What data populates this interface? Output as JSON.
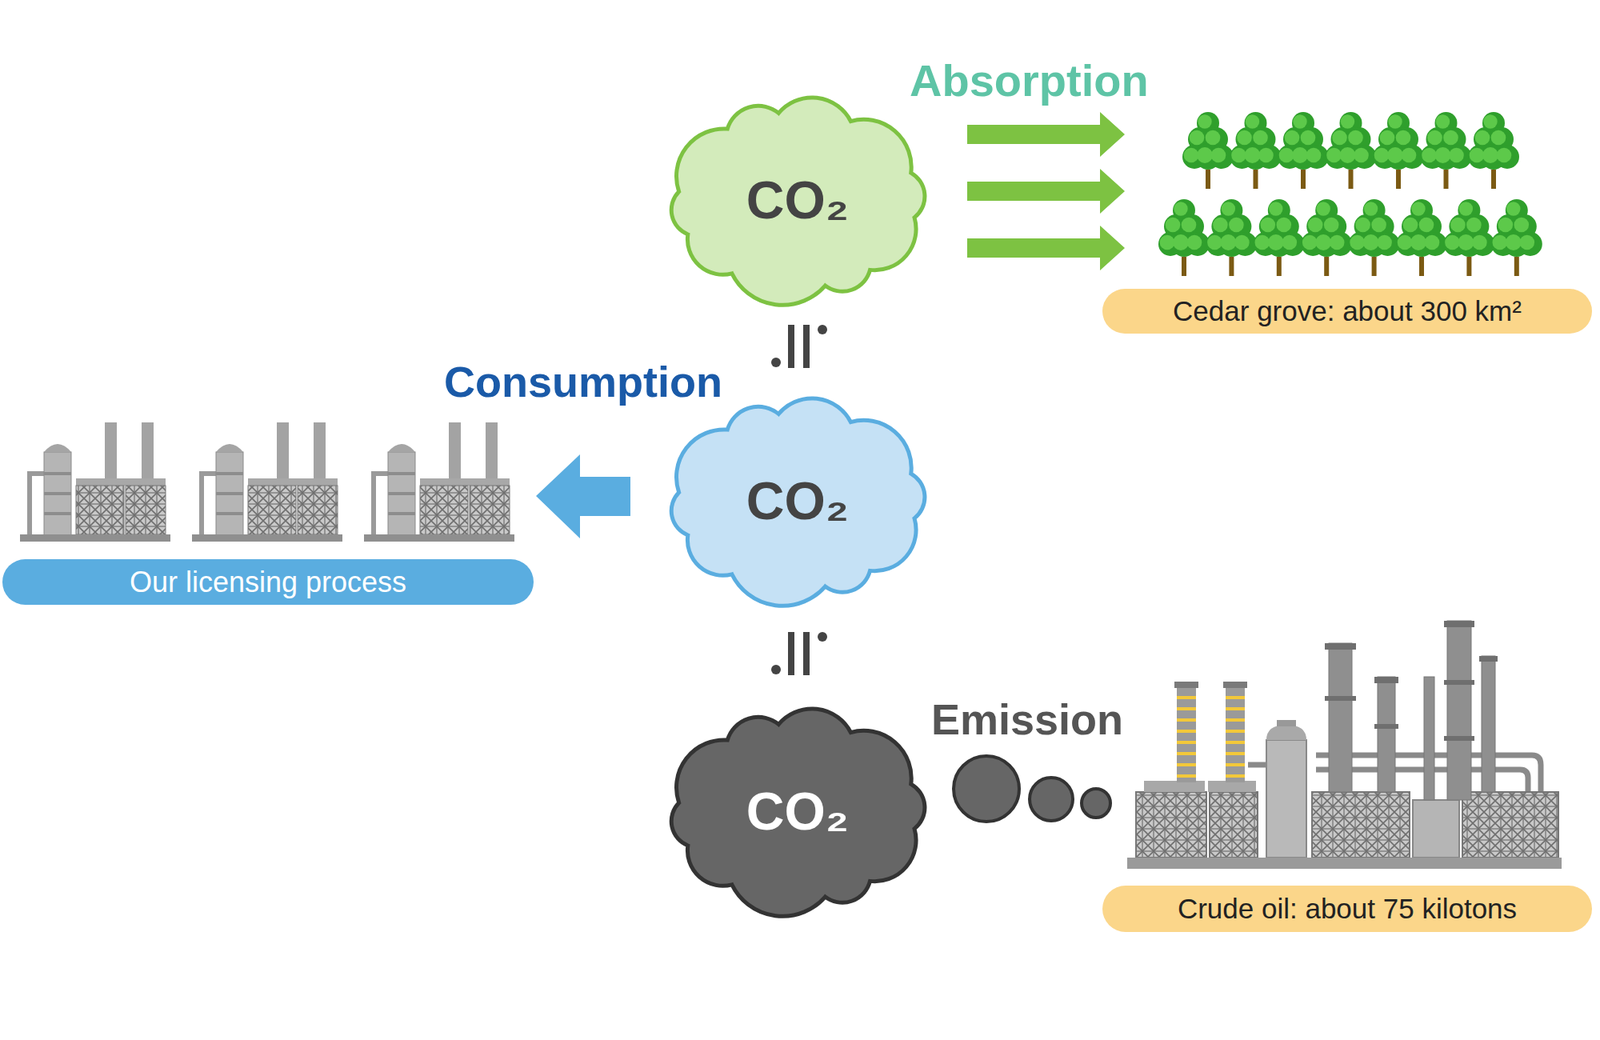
{
  "diagram": {
    "nodes": [
      {
        "text": [
          "CO₂"
        ]
      },
      {
        "text": [
          "CO₂"
        ]
      },
      {
        "text": [
          "CO₂"
        ]
      },
      {
        "text": [
          "Cedar grove: about 300 km²"
        ]
      },
      {
        "text": [
          "Our licensing process"
        ]
      },
      {
        "text": [
          "Crude oil: about 75 kilotons"
        ]
      }
    ],
    "labels": [
      "Absorption",
      "Consumption",
      "Emission"
    ]
  }
}
